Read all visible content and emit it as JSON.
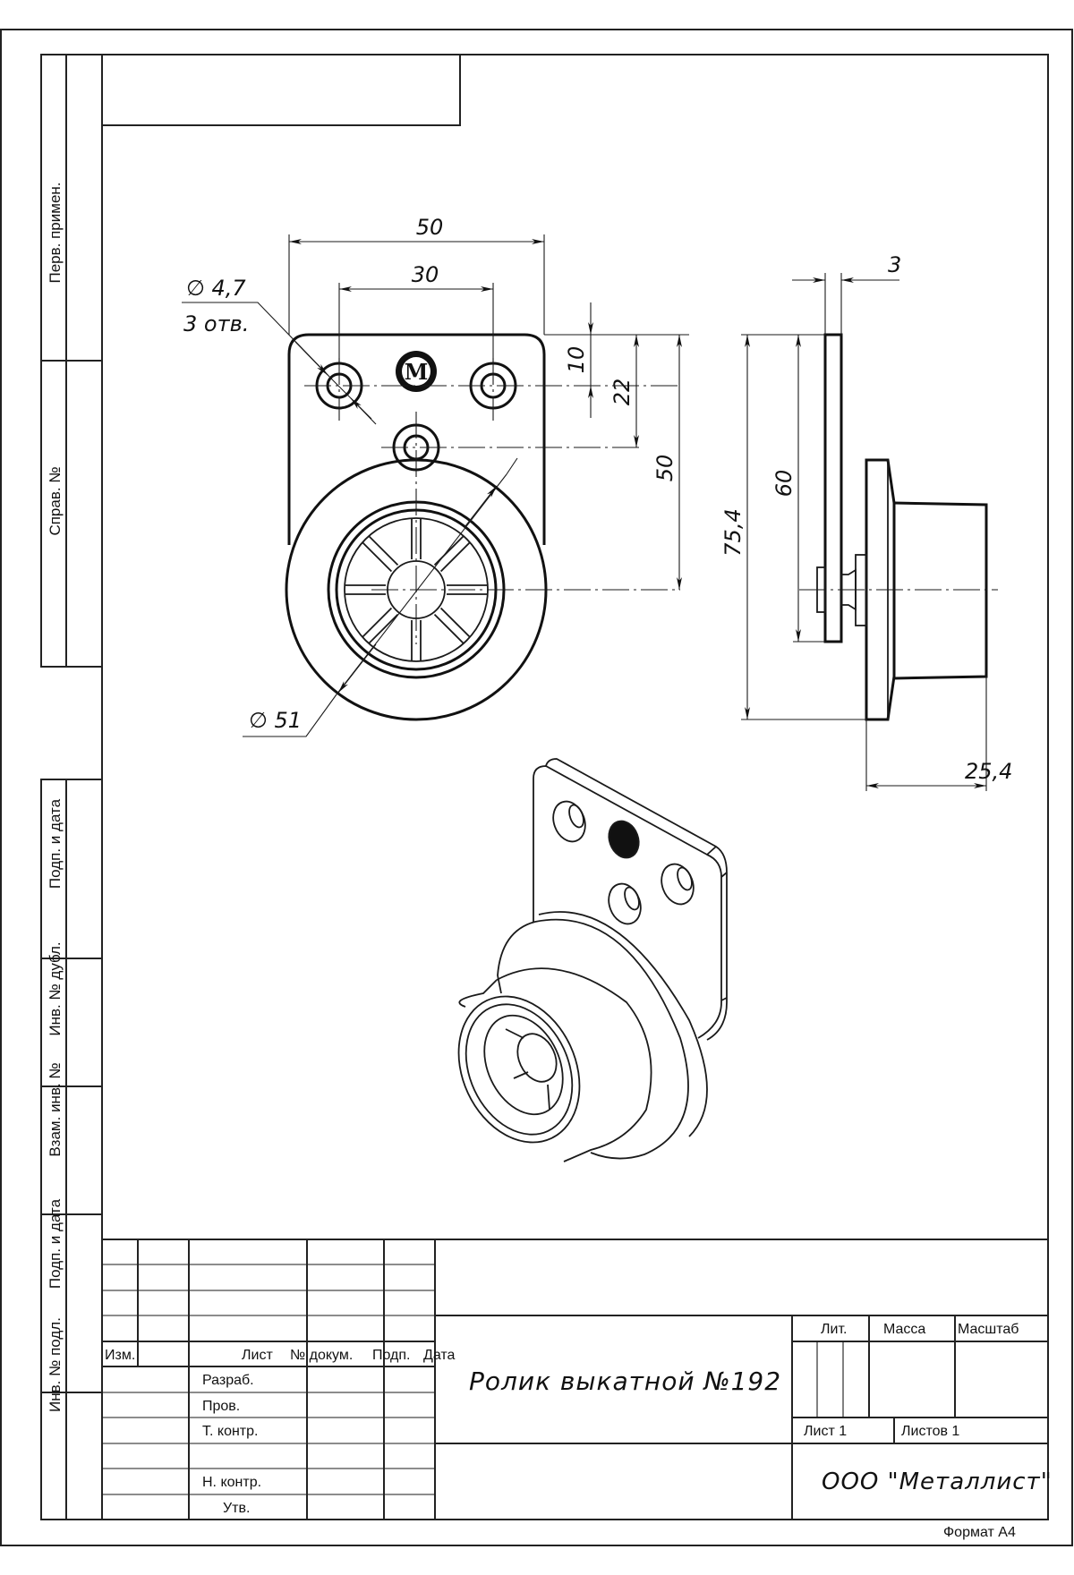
{
  "document": {
    "type": "engineering drawing",
    "part_name": "Ролик выкатной №192",
    "organization": "ООО \"Металлист\"",
    "format": "Формат А4",
    "sheet": "Лист 1",
    "sheets_total": "Листов 1"
  },
  "side_strip": {
    "upper": [
      "Перв. примен.",
      "Справ. №"
    ],
    "lower": [
      "Подп. и дата",
      "Инв. № дубл.",
      "Взам. инв. №",
      "Подп. и дата",
      "Инв. № подл."
    ]
  },
  "title_block": {
    "header": {
      "izm": "Изм.",
      "list": "Лист",
      "ndoc": "№ докум.",
      "podp": "Подп.",
      "data": "Дата"
    },
    "roles": [
      "Разраб.",
      "Пров.",
      "Т. контр.",
      "",
      "Н. контр.",
      "Утв."
    ],
    "lit_label": "Лит.",
    "mass_label": "Масса",
    "scale_label": "Масштаб"
  },
  "dimensions": {
    "front": {
      "overall_width": "50",
      "hole_spacing": "30",
      "hole_diameter": "∅ 4,7",
      "hole_count": "3 отв.",
      "top_to_holes": "10",
      "top_to_lower_hole": "22",
      "top_to_axle": "50",
      "wheel_diameter": "∅ 51"
    },
    "side": {
      "plate_thickness": "3",
      "overall_height": "75,4",
      "plate_height": "60",
      "depth": "25,4"
    }
  },
  "logo_letter": "M"
}
